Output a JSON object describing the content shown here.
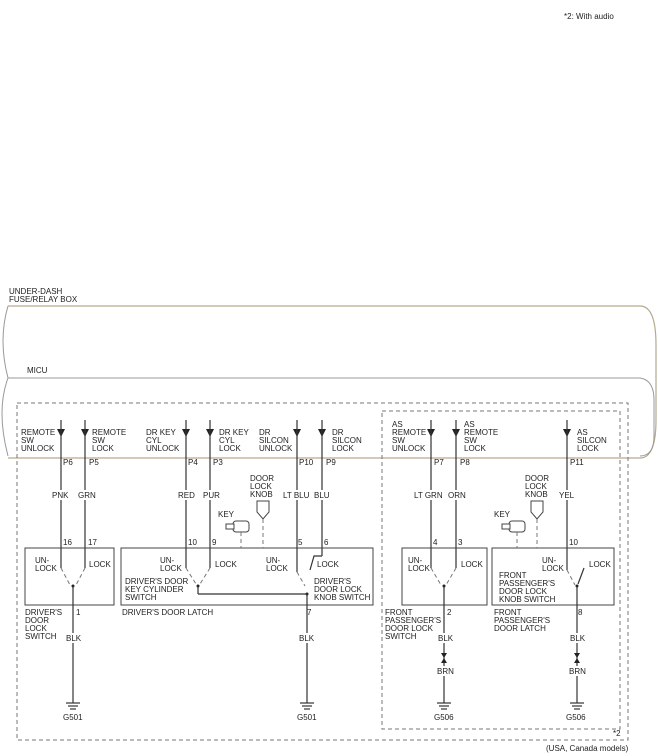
{
  "note_top": "*2: With audio",
  "note_bottom": "(USA, Canada models)",
  "note_star": "*2",
  "fuse_box": {
    "line1": "UNDER-DASH",
    "line2": "FUSE/RELAY BOX"
  },
  "micu": "MICU",
  "inputs": [
    {
      "l1": "REMOTE",
      "l2": "SW",
      "l3": "UNLOCK",
      "pin": "P6"
    },
    {
      "l1": "REMOTE",
      "l2": "SW",
      "l3": "LOCK",
      "pin": "P5"
    },
    {
      "l1": "DR KEY",
      "l2": "CYL",
      "l3": "UNLOCK",
      "pin": "P4"
    },
    {
      "l1": "DR KEY",
      "l2": "CYL",
      "l3": "LOCK",
      "pin": "P3"
    },
    {
      "l1": "DR",
      "l2": "SILCON",
      "l3": "UNLOCK",
      "pin": "P10"
    },
    {
      "l1": "DR",
      "l2": "SILCON",
      "l3": "LOCK",
      "pin": "P9"
    },
    {
      "l1": "AS",
      "l2": "REMOTE",
      "l3": "SW",
      "l4": "UNLOCK",
      "pin": "P7"
    },
    {
      "l1": "AS",
      "l2": "REMOTE",
      "l3": "SW",
      "l4": "LOCK",
      "pin": "P8"
    },
    {
      "l1": "AS",
      "l2": "SILCON",
      "l3": "LOCK",
      "pin": "P11"
    }
  ],
  "wire_colors": {
    "pnk": "PNK",
    "grn": "GRN",
    "red": "RED",
    "pur": "PUR",
    "ltblu": "LT BLU",
    "blu": "BLU",
    "ltgrn": "LT GRN",
    "orn": "ORN",
    "yel": "YEL",
    "blk": "BLK",
    "brn": "BRN"
  },
  "connector_pins": {
    "p16": "16",
    "p17": "17",
    "p10": "10",
    "p9": "9",
    "p5": "5",
    "p6": "6",
    "p4": "4",
    "p3": "3",
    "p10b": "10",
    "p1": "1",
    "p7": "7",
    "p2": "2",
    "p8": "8"
  },
  "switch_labels": {
    "un": "UN-",
    "lock_word": "LOCK",
    "lock": "LOCK"
  },
  "door_lock_knob": {
    "l1": "DOOR",
    "l2": "LOCK",
    "l3": "KNOB"
  },
  "key": "KEY",
  "drivers_door_lock_switch": {
    "l1": "DRIVER'S",
    "l2": "DOOR",
    "l3": "LOCK",
    "l4": "SWITCH"
  },
  "key_cylinder_switch": {
    "l1": "DRIVER'S DOOR",
    "l2": "KEY CYLINDER",
    "l3": "SWITCH"
  },
  "drivers_knob_switch": {
    "l1": "DRIVER'S",
    "l2": "DOOR LOCK",
    "l3": "KNOB SWITCH"
  },
  "drivers_door_latch": "DRIVER'S DOOR LATCH",
  "front_pass_lock_switch": {
    "l1": "FRONT",
    "l2": "PASSENGER'S",
    "l3": "DOOR LOCK",
    "l4": "SWITCH"
  },
  "front_pass_knob_switch": {
    "l1": "FRONT",
    "l2": "PASSENGER'S",
    "l3": "DOOR LOCK",
    "l4": "KNOB SWITCH"
  },
  "front_pass_latch": {
    "l1": "FRONT",
    "l2": "PASSENGER'S",
    "l3": "DOOR LATCH"
  },
  "grounds": {
    "g501": "G501",
    "g506": "G506"
  }
}
